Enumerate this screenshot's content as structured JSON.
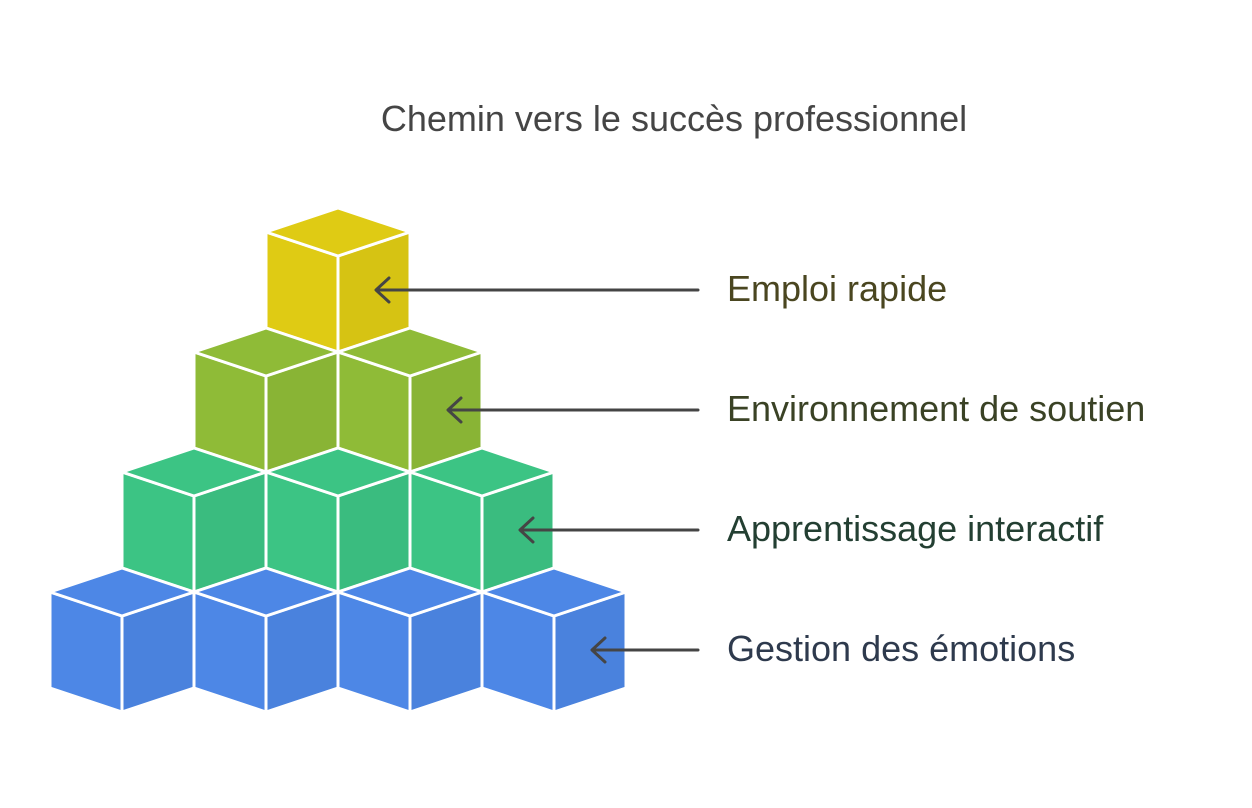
{
  "title": "Chemin vers le succès professionnel",
  "levels": [
    {
      "label": "Emploi rapide",
      "color": "#DFCB14",
      "dark": "#4A4620",
      "cubes": 1
    },
    {
      "label": "Environnement de soutien",
      "color": "#8FBB37",
      "dark": "#3A4225",
      "cubes": 2
    },
    {
      "label": "Apprentissage interactif",
      "color": "#3CC484",
      "dark": "#233F32",
      "cubes": 3
    },
    {
      "label": "Gestion des émotions",
      "color": "#4D87E6",
      "dark": "#2E3A4D",
      "cubes": 4
    }
  ],
  "arrow_color": "#454545"
}
